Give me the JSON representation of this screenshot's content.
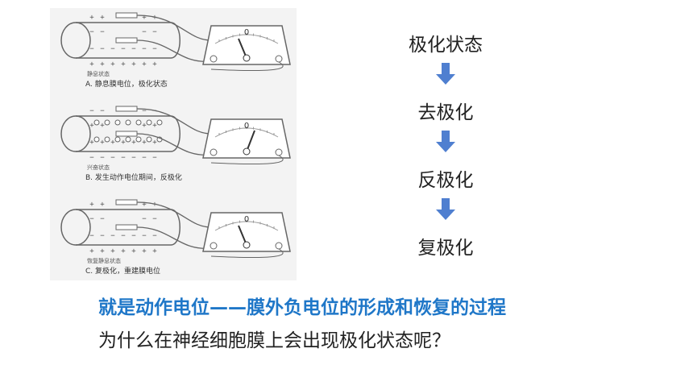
{
  "figure": {
    "panels": [
      {
        "state_label": "静息状态",
        "caption": "A. 静息膜电位，极化状态",
        "outer_sign": "+",
        "inner_sign": "−",
        "active_region": false,
        "needle": "left"
      },
      {
        "state_label": "兴奋状态",
        "caption": "B. 发生动作电位期间，反极化",
        "outer_sign": "−",
        "inner_sign": "+",
        "active_region": true,
        "needle": "right"
      },
      {
        "state_label": "恢复静息状态",
        "caption": "C. 复极化，重建膜电位",
        "outer_sign": "+",
        "inner_sign": "−",
        "active_region": false,
        "needle": "left"
      }
    ],
    "meter_zero_label": "0"
  },
  "stages": [
    "极化状态",
    "去极化",
    "反极化",
    "复极化"
  ],
  "highlight_text": "就是动作电位——膜外负电位的形成和恢复的过程",
  "question_text": "为什么在神经细胞膜上会出现极化状态呢？",
  "colors": {
    "arrow": "#4f7fd0",
    "highlight": "#1f77c8"
  }
}
